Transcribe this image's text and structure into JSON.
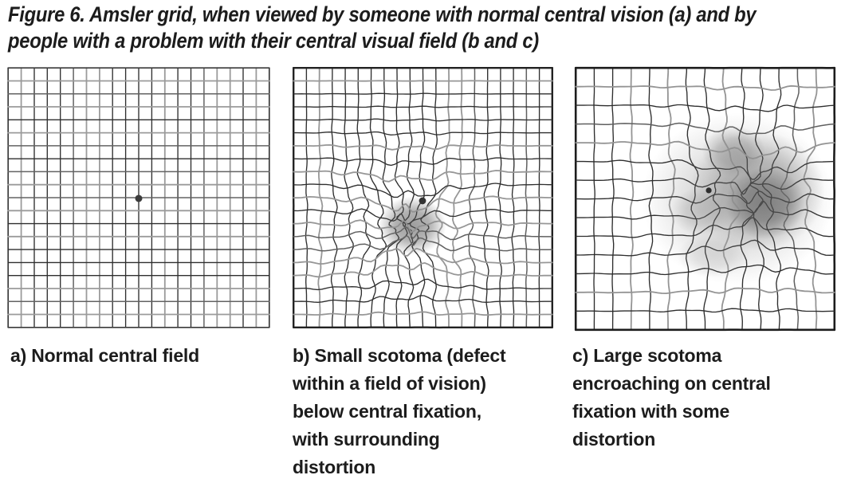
{
  "figure": {
    "title": "Figure 6. Amsler grid, when viewed by someone with normal central vision (a) and by\npeople with a problem with their central visual field (b and c)"
  },
  "colors": {
    "text": "#1c1c1c",
    "background": "#ffffff"
  },
  "panels": [
    {
      "id": "a",
      "caption": "a) Normal central field",
      "grid": {
        "cols": 20,
        "rows": 20,
        "seed": 3,
        "dark": "#2f2f2f",
        "mid": "#636363",
        "light": "#9b9b9b",
        "border": "#3a3a3a",
        "border_width": 1.7
      },
      "fixation_dot": {
        "fx": 0.5,
        "fy": 0.503,
        "r": 4.5,
        "color": "#3c3c3c"
      },
      "distortion": null,
      "scotomas": []
    },
    {
      "id": "b",
      "caption": "b) Small scotoma (defect\nwithin a field of vision)\nbelow central fixation,\nwith surrounding\ndistortion",
      "grid": {
        "cols": 20,
        "rows": 20,
        "seed": 8,
        "dark": "#2f2f2f",
        "mid": "#606060",
        "light": "#979797",
        "border": "#222222",
        "border_width": 2.4
      },
      "fixation_dot": {
        "fx": 0.4985,
        "fy": 0.512,
        "r": 4.4,
        "color": "#333333"
      },
      "distortion": {
        "fx": 0.443,
        "fy": 0.619,
        "sigma": 0.175,
        "pinch": 0.62,
        "wobble": 5.5,
        "spread": 3.4,
        "freq": 0.1,
        "seed": 4
      },
      "scotomas": [
        {
          "fx": 0.459,
          "fy": 0.607,
          "frx": 0.13,
          "fry": 0.112,
          "color": "#808080",
          "opacity": 0.85
        }
      ]
    },
    {
      "id": "c",
      "caption": "c) Large scotoma\nencroaching on central\nfixation with some\ndistortion",
      "grid": {
        "cols": 14,
        "rows": 14,
        "seed": 5,
        "dark": "#2d2d2d",
        "mid": "#5f5f5f",
        "light": "#949494",
        "border": "#1d1d1d",
        "border_width": 2.6
      },
      "fixation_dot": {
        "fx": 0.514,
        "fy": 0.468,
        "r": 3.6,
        "color": "#2e2e2e"
      },
      "distortion": {
        "fx": 0.685,
        "fy": 0.486,
        "sigma": 0.22,
        "pinch": 0.52,
        "wobble": 6,
        "spread": 3.2,
        "freq": 0.085,
        "seed": 9
      },
      "scotomas": [
        {
          "fx": 0.624,
          "fy": 0.5,
          "frx": 0.367,
          "fry": 0.326,
          "color": "#aaaaaa",
          "opacity": 0.5
        },
        {
          "fx": 0.7,
          "fy": 0.47,
          "frx": 0.26,
          "fry": 0.227,
          "color": "#777777",
          "opacity": 0.55
        },
        {
          "fx": 0.73,
          "fy": 0.517,
          "frx": 0.153,
          "fry": 0.136,
          "color": "#565656",
          "opacity": 0.6
        },
        {
          "fx": 0.61,
          "fy": 0.32,
          "frx": 0.122,
          "fry": 0.097,
          "color": "#7a7a7a",
          "opacity": 0.45
        },
        {
          "fx": 0.486,
          "fy": 0.547,
          "frx": 0.116,
          "fry": 0.091,
          "color": "#999999",
          "opacity": 0.4
        },
        {
          "fx": 0.532,
          "fy": 0.713,
          "frx": 0.138,
          "fry": 0.085,
          "color": "#b5b5b5",
          "opacity": 0.4
        }
      ]
    }
  ]
}
